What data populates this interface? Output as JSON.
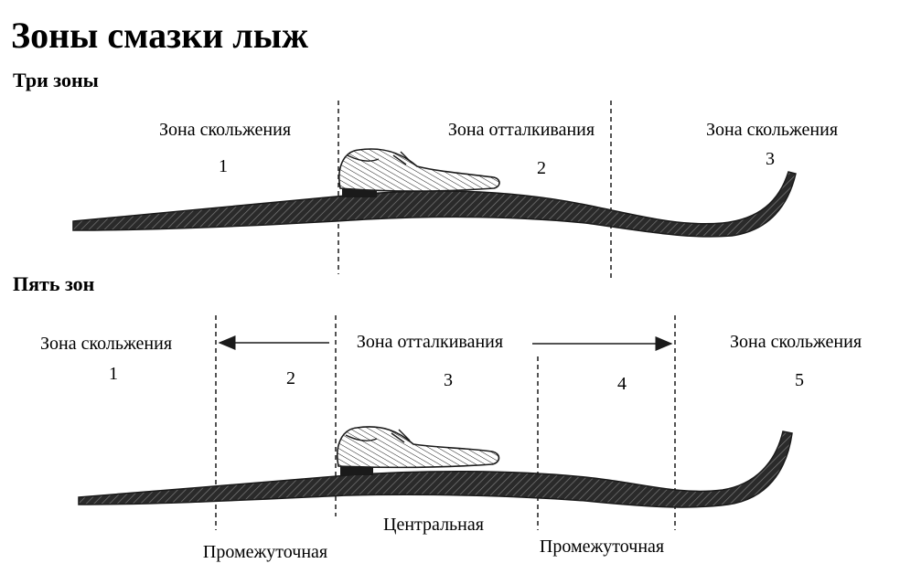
{
  "title": "Зоны смазки лыж",
  "three_zones": {
    "heading": "Три зоны",
    "zones": [
      {
        "label": "Зона скольжения",
        "number": "1"
      },
      {
        "label": "Зона отталкивания",
        "number": "2"
      },
      {
        "label": "Зона скольжения",
        "number": "3"
      }
    ]
  },
  "five_zones": {
    "heading": "Пять зон",
    "slide_front": "Зона скольжения",
    "push": "Зона отталкивания",
    "slide_back": "Зона скольжения",
    "numbers": [
      "1",
      "2",
      "3",
      "4",
      "5"
    ],
    "central": "Центральная",
    "intermediate_left": "Промежуточная",
    "intermediate_right": "Промежуточная"
  },
  "colors": {
    "ink": "#1a1a1a",
    "ski_fill": "#2a2a2a",
    "hatch": "#6b6b6b"
  }
}
